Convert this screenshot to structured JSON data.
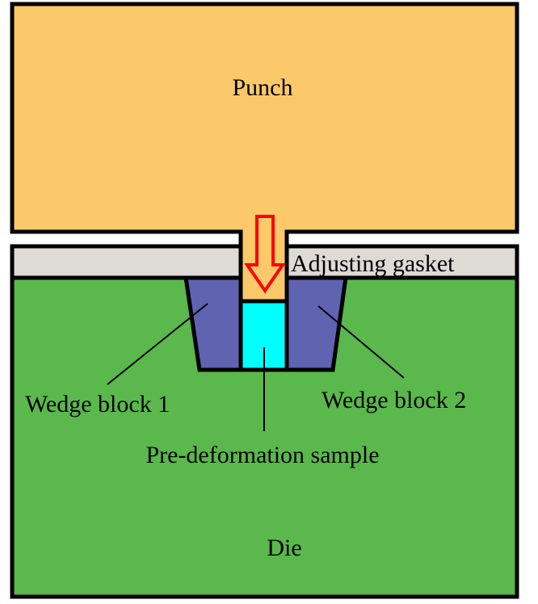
{
  "labels": {
    "punch": "Punch",
    "gasket": "Adjusting gasket",
    "wedge1": "Wedge block 1",
    "wedge2": "Wedge block 2",
    "sample": "Pre-deformation sample",
    "die": "Die"
  },
  "colors": {
    "punch": "#FCC96A",
    "gasket": "#DEDAD6",
    "die": "#5AB84C",
    "wedge": "#5F63B0",
    "sample": "#00FFFF",
    "arrow_outline": "#FF0000",
    "outline": "#000000"
  },
  "icons": {
    "press_direction": "down-arrow-icon"
  }
}
